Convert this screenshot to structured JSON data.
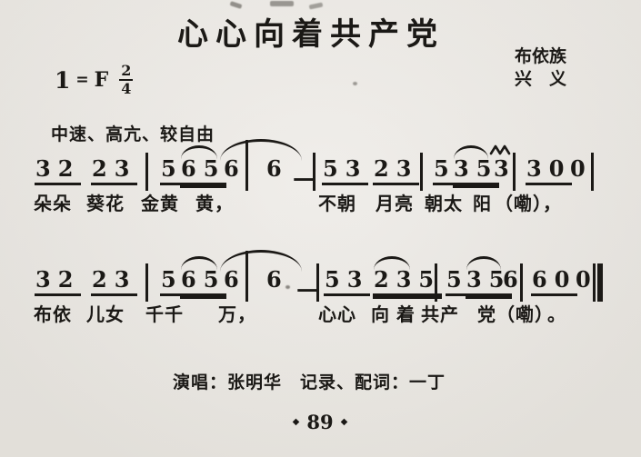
{
  "colors": {
    "paper": "#ebe8e3",
    "ink": "#1b1916"
  },
  "title": "心心向着共产党",
  "key_signature": {
    "tonic": "1",
    "equals": "=",
    "key": "F",
    "time_top": "2",
    "time_bottom": "4"
  },
  "region": {
    "line1": "布依族",
    "line2": "兴　义"
  },
  "tempo": "中速、高亢、较自由",
  "icons": {
    "mordent": "zigzag-mordent",
    "slur": "arc-over-notes",
    "barline": "vertical-rule"
  },
  "score": {
    "line1": {
      "notes": {
        "g1": "32",
        "g2": "23",
        "g3": "5",
        "g4": "65",
        "g5": "6",
        "g6": "6",
        "dash": "—",
        "g7": "53",
        "g8": "23",
        "g9": "5",
        "g10": "35",
        "g11": "3",
        "g12": "30",
        "g13": "0"
      },
      "lyrics": {
        "w1": "朵朵",
        "w2": "葵花",
        "w3": "金黄",
        "w4": "黄，",
        "w5": "不朝",
        "w6": "月亮",
        "w7": "朝太",
        "w8": "阳",
        "w9": "（嘞），"
      }
    },
    "line2": {
      "notes": {
        "g1": "32",
        "g2": "23",
        "g3": "5",
        "g4": "65",
        "g5": "6",
        "g6": "6",
        "dash": "—",
        "g7": "53",
        "g8": "235",
        "g9": "5",
        "g10": "35",
        "g11": "6",
        "g12": "60",
        "g13": "0"
      },
      "lyrics": {
        "w1": "布依",
        "w2": "儿女",
        "w3": "千千",
        "w4": "万，",
        "w5": "心心",
        "w6": "向",
        "w7": "着",
        "w8": "共产",
        "w9": "党",
        "w10": "（嘞）",
        "w11": "。"
      }
    }
  },
  "footer": {
    "credits": "演唱：张明华　记录、配词：一丁",
    "page_dot": "◆",
    "page_number": "89"
  }
}
